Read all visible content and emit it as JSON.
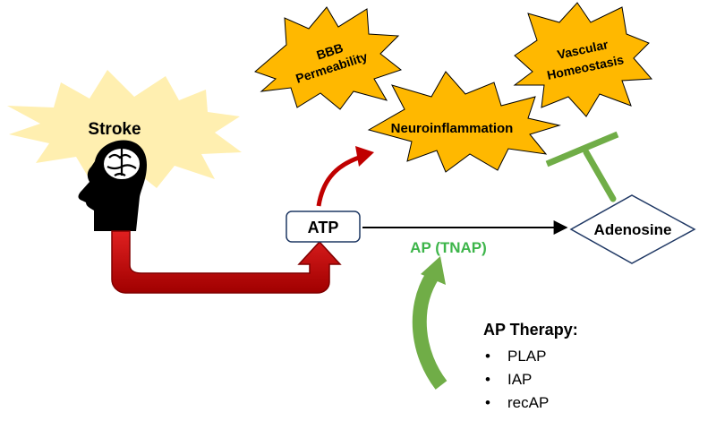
{
  "nodes": {
    "stroke": "Stroke",
    "bbb_line1": "BBB",
    "bbb_line2": "Permeability",
    "vascular_line1": "Vascular",
    "vascular_line2": "Homeostasis",
    "neuroinflammation": "Neuroinflammation",
    "atp": "ATP",
    "adenosine": "Adenosine",
    "enzyme": "AP (TNAP)"
  },
  "therapy": {
    "title": "AP Therapy:",
    "items": [
      "PLAP",
      "IAP",
      "recAP"
    ]
  },
  "colors": {
    "burst_light": "#FFEFB0",
    "burst_orange": "#FFB800",
    "dark_red": "#C00000",
    "green": "#70AD47",
    "enzyme_text": "#3DB54A",
    "box_border": "#1F3864"
  }
}
